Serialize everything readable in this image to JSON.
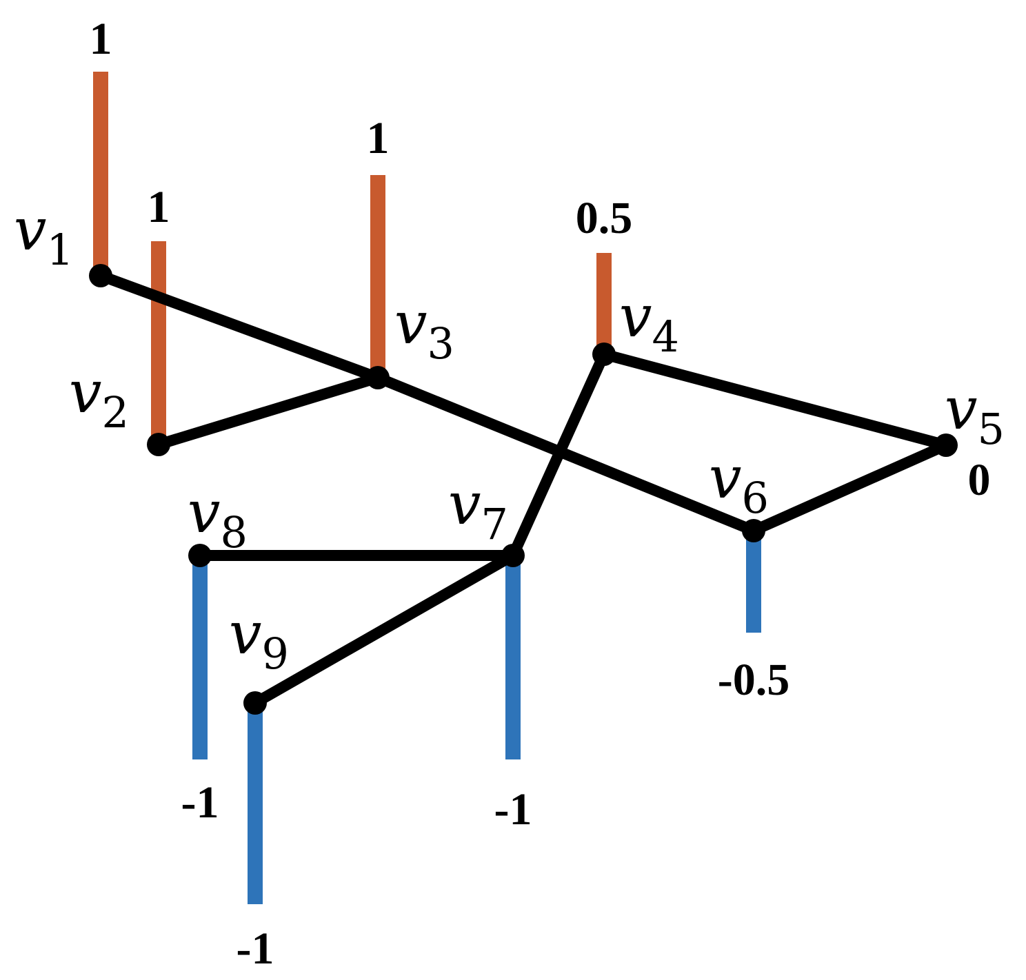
{
  "colors": {
    "positive": "#c85a2e",
    "negative": "#2e74b9",
    "edge": "#000000"
  },
  "nodes": [
    {
      "id": "v1",
      "letter": "v",
      "sub": "1",
      "value": "1"
    },
    {
      "id": "v2",
      "letter": "v",
      "sub": "2",
      "value": "1"
    },
    {
      "id": "v3",
      "letter": "v",
      "sub": "3",
      "value": "1"
    },
    {
      "id": "v4",
      "letter": "v",
      "sub": "4",
      "value": "0.5"
    },
    {
      "id": "v5",
      "letter": "v",
      "sub": "5",
      "value": "0"
    },
    {
      "id": "v6",
      "letter": "v",
      "sub": "6",
      "value": "-0.5"
    },
    {
      "id": "v7",
      "letter": "v",
      "sub": "7",
      "value": "-1"
    },
    {
      "id": "v8",
      "letter": "v",
      "sub": "8",
      "value": "-1"
    },
    {
      "id": "v9",
      "letter": "v",
      "sub": "9",
      "value": "-1"
    }
  ],
  "edges": [
    [
      "v1",
      "v3"
    ],
    [
      "v3",
      "v6"
    ],
    [
      "v2",
      "v3"
    ],
    [
      "v4",
      "v5"
    ],
    [
      "v5",
      "v6"
    ],
    [
      "v4",
      "v7"
    ],
    [
      "v8",
      "v7"
    ],
    [
      "v9",
      "v7"
    ]
  ]
}
